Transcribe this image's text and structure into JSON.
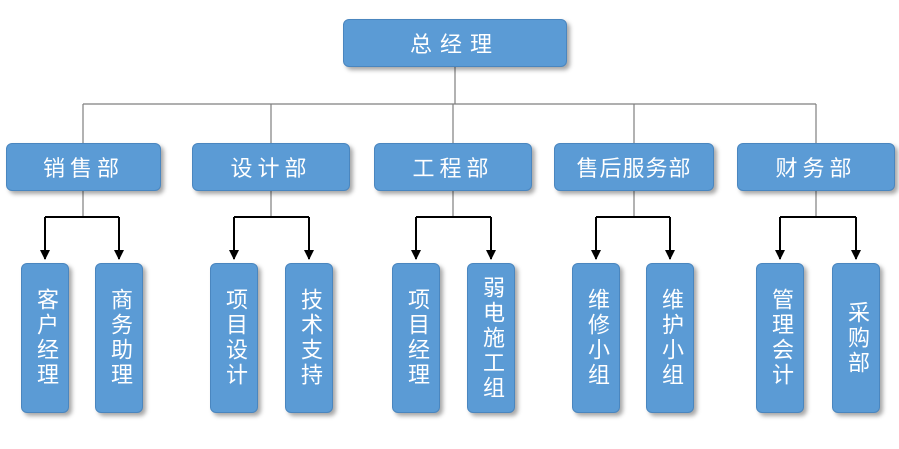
{
  "root": {
    "label": "总经理"
  },
  "departments": [
    {
      "label": "销售部",
      "groups": [
        "客户经理",
        "商务助理"
      ]
    },
    {
      "label": "设计部",
      "groups": [
        "项目设计",
        "技术支持"
      ]
    },
    {
      "label": "工程部",
      "groups": [
        "项目经理",
        "弱电施工组"
      ]
    },
    {
      "label": "售后服务部",
      "groups": [
        "维修小组",
        "维护小组"
      ]
    },
    {
      "label": "财务部",
      "groups": [
        "管理会计",
        "采购部"
      ]
    }
  ],
  "colors": {
    "box_fill": "#5b9bd5",
    "box_border": "#4a86bf",
    "line": "#7f7f7f",
    "arrow": "#000000",
    "text": "#ffffff"
  }
}
